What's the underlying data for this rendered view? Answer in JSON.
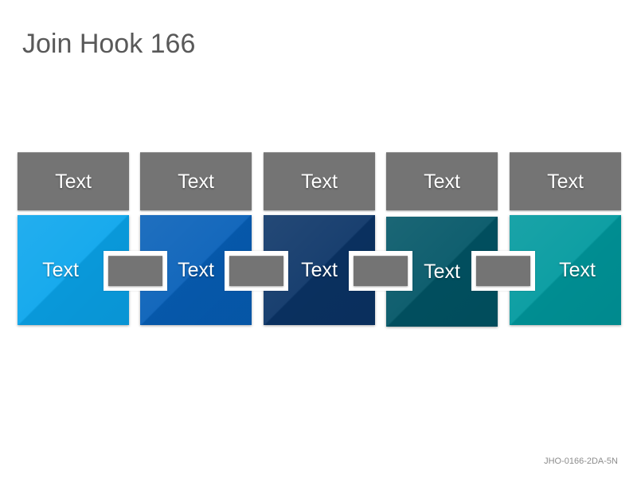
{
  "title": "Join Hook 166",
  "code": "JHO-0166-2DA-5N",
  "top_labels": [
    "Text",
    "Text",
    "Text",
    "Text",
    "Text"
  ],
  "block_labels": [
    "Text",
    "Text",
    "Text",
    "Text",
    "Text"
  ],
  "colors": {
    "top_box": "#747474",
    "connector": "#747474",
    "blocks": [
      "#0aa5ec",
      "#065fb8",
      "#0b3467",
      "#015566",
      "#00999e"
    ]
  }
}
